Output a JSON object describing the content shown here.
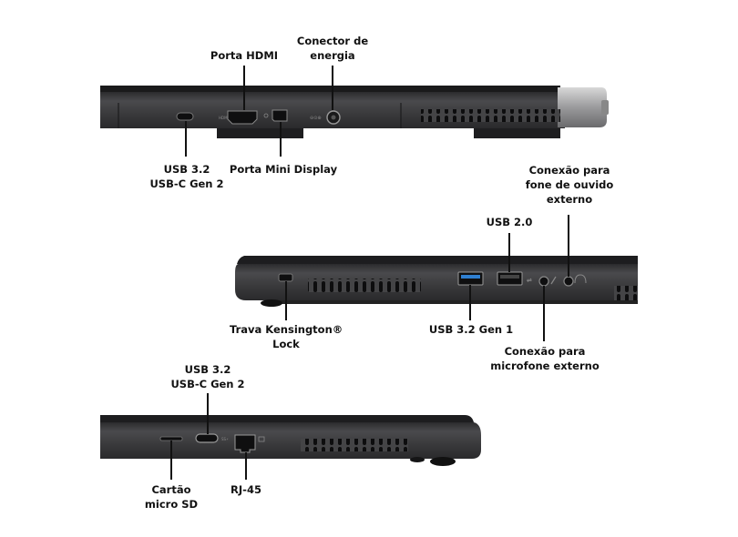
{
  "labels": {
    "hdmi": "Porta HDMI",
    "power": [
      "Conector de",
      "energia"
    ],
    "usbc_top": [
      "USB 3.2",
      "USB-C Gen 2"
    ],
    "minidp": "Porta Mini Display",
    "headphone": [
      "Conexão para",
      "fone de ouvido",
      "externo"
    ],
    "usb20": "USB 2.0",
    "kensington": [
      "Trava Kensington®",
      "Lock"
    ],
    "usb32": "USB 3.2 Gen 1",
    "mic": [
      "Conexão para",
      "microfone externo"
    ],
    "usbc_bottom": [
      "USB 3.2",
      "USB-C Gen 2"
    ],
    "sd": [
      "Cartão",
      "micro SD"
    ],
    "rj45": "RJ-45"
  },
  "colors": {
    "body": "#3a3a3c",
    "body_dark": "#202022",
    "accent_usb": "#2f7fd0",
    "text": "#111111"
  }
}
